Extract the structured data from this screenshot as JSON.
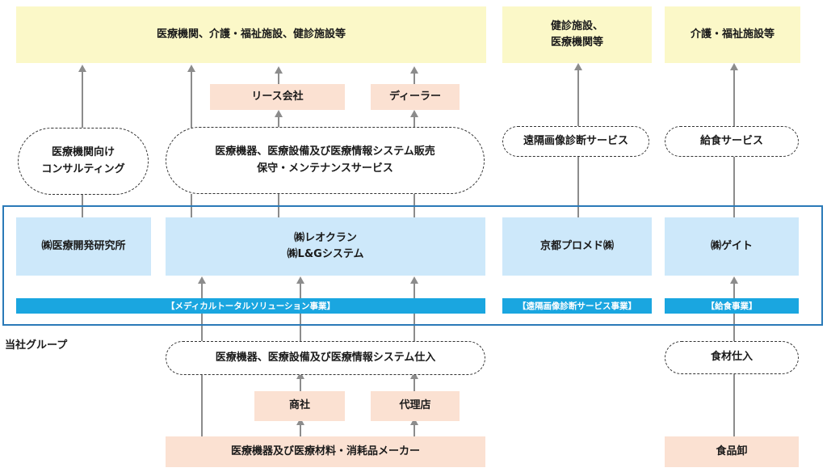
{
  "top": {
    "customers_main": "医療機関、介護・福祉施設、健診施設等",
    "customers_health": "健診施設、\n医療機関等",
    "customers_care": "介護・福祉施設等"
  },
  "intermediaries": {
    "lease": "リース会社",
    "dealer": "ディーラー"
  },
  "services": {
    "consulting": "医療機関向け\nコンサルティング",
    "sales": "医療機器、医療設備及び医療情報システム販売\n保守・メンテナンスサービス",
    "remote": "遠隔画像診断サービス",
    "catering": "給食サービス"
  },
  "companies": {
    "iryo_kaihatsu": "㈱医療開発研究所",
    "leocrane": "㈱レオクラン\n㈱L&Gシステム",
    "promed": "京都プロメド㈱",
    "gate": "㈱ゲイト"
  },
  "segments": {
    "medical_total": "【メディカルトータルソリューション事業】",
    "remote_diag": "【遠隔画像診断サービス事業】",
    "catering": "【給食事業】"
  },
  "group_label": "当社グループ",
  "procurement": {
    "equipment": "医療機器、医療設備及び医療情報システム仕入",
    "food": "食材仕入"
  },
  "suppliers": {
    "trading": "商社",
    "agency": "代理店",
    "maker": "医療機器及び医療材料・消耗品メーカー",
    "food_wholesale": "食品卸"
  }
}
